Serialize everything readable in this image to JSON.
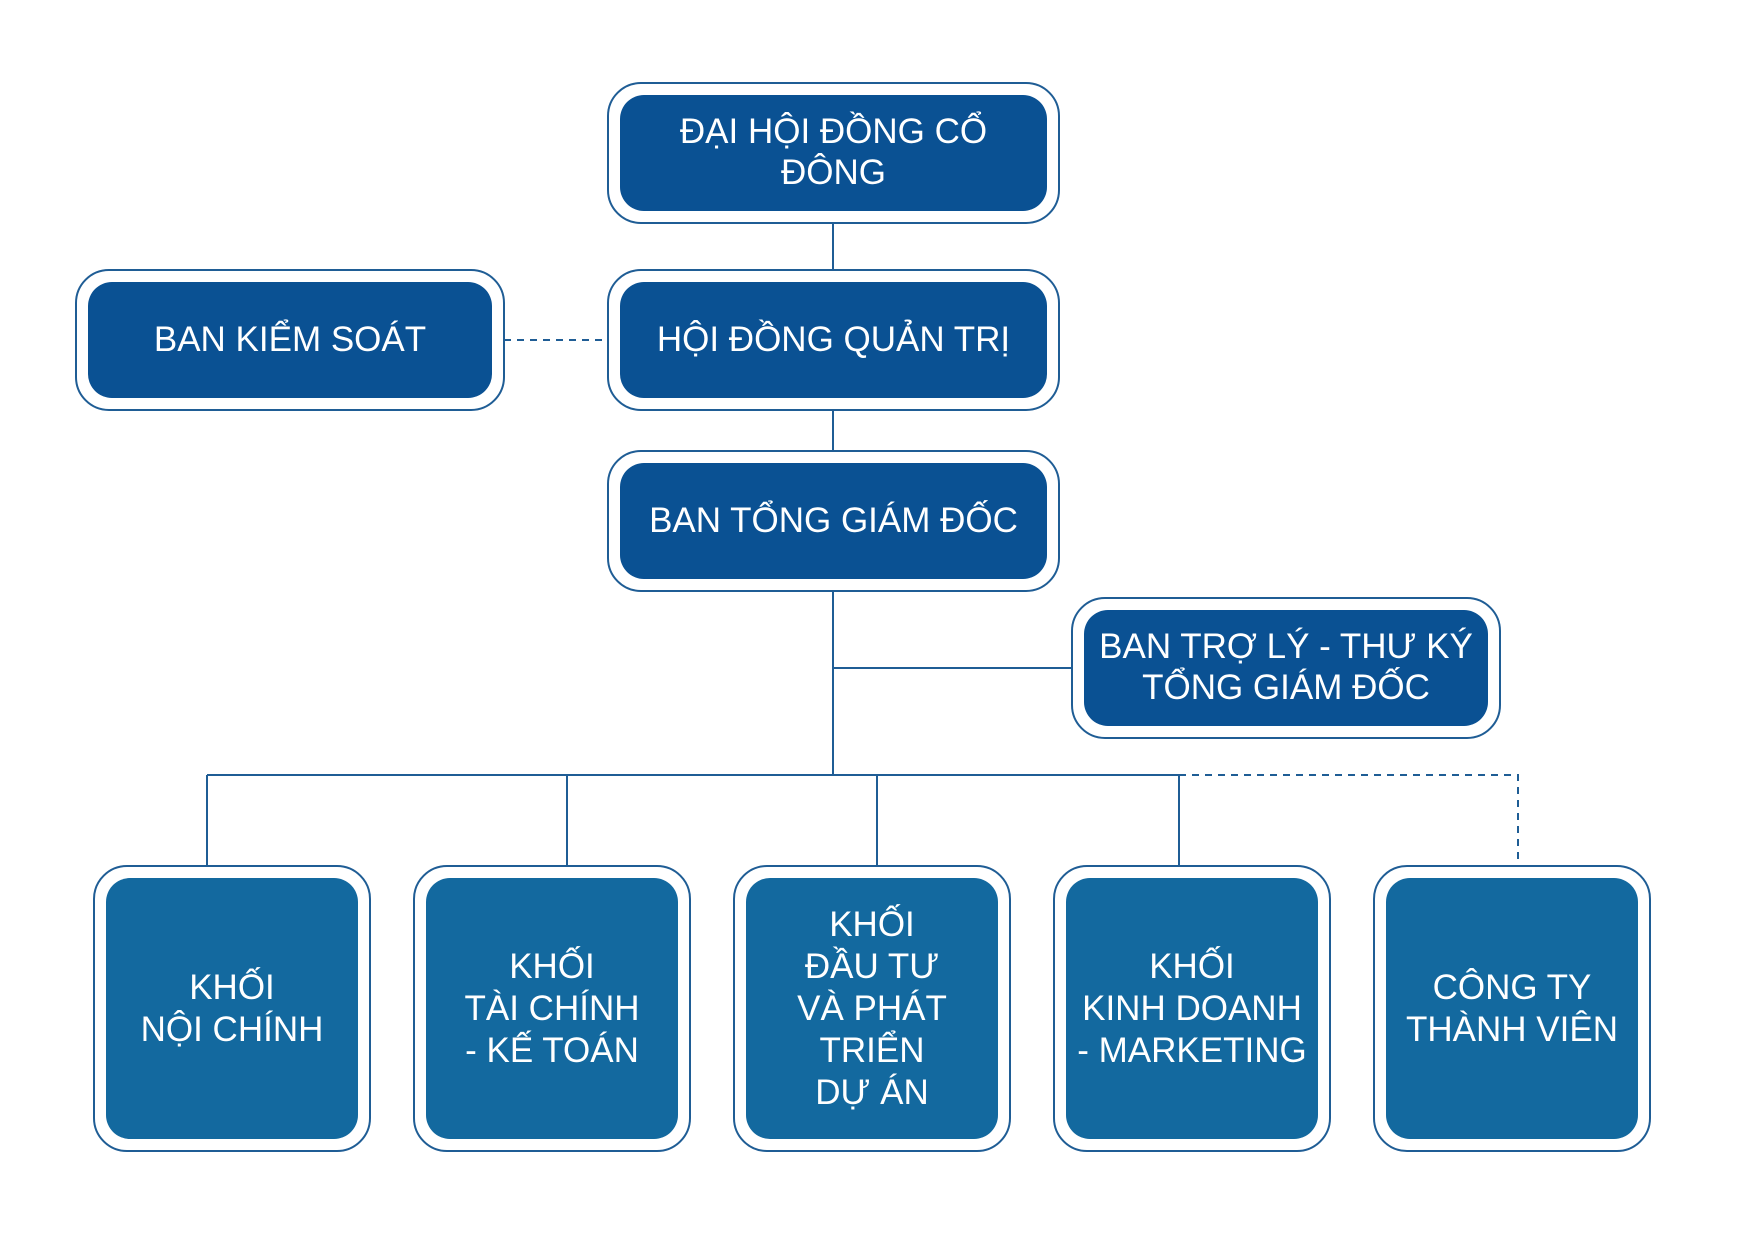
{
  "nodes": {
    "shareholders": "ĐẠI HỘI ĐỒNG CỔ ĐÔNG",
    "board": "HỘI ĐỒNG QUẢN TRỊ",
    "supervisory": "BAN KIỂM SOÁT",
    "ceo": "BAN TỔNG GIÁM ĐỐC",
    "assistant": "BAN TRỢ LÝ - THƯ KÝ\nTỔNG GIÁM ĐỐC",
    "internal": "KHỐI\nNỘI CHÍNH",
    "finance": "KHỐI\nTÀI CHÍNH\n- KẾ TOÁN",
    "investment": "KHỐI\nĐẦU TƯ\nVÀ PHÁT TRIỂN\nDỰ ÁN",
    "business": "KHỐI\nKINH DOANH\n- MARKETING",
    "subsidiaries": "CÔNG TY\nTHÀNH VIÊN"
  },
  "colors": {
    "node_fill": "#0a5193",
    "unit_fill": "#13699f",
    "border": "#1f5d95",
    "line": "#1f5d95",
    "text": "#ffffff"
  }
}
